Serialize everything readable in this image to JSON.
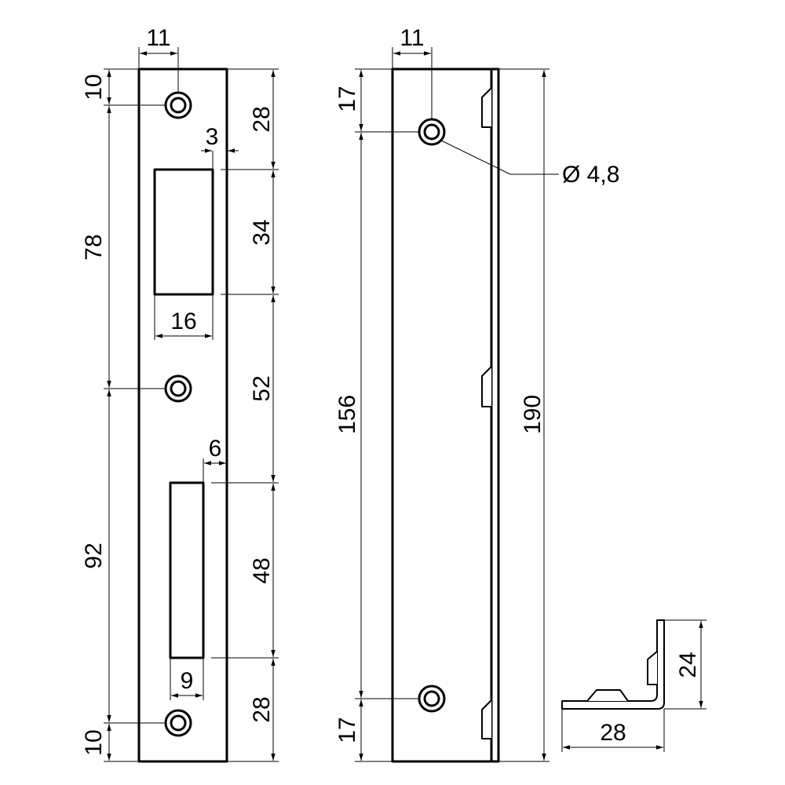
{
  "front_view": {
    "labels": {
      "hole_offset_x": "11",
      "top_edge_to_hole": "10",
      "hole_to_latch_top": "28",
      "latch_edge_offset": "3",
      "latch_height": "34",
      "latch_width": "16",
      "hole_spacing_upper": "78",
      "mid_section": "52",
      "bolt_edge_offset": "6",
      "hole_spacing_lower": "92",
      "bolt_height": "48",
      "bolt_width": "9",
      "bolt_to_bottom": "28",
      "bottom_edge_to_hole": "10"
    }
  },
  "side_view": {
    "labels": {
      "hole_offset_x": "11",
      "top_edge_to_hole": "17",
      "hole_diameter": "Ø 4,8",
      "hole_spacing": "156",
      "total_length": "190",
      "bottom_edge_to_hole": "17"
    }
  },
  "section_view": {
    "labels": {
      "flange_height": "24",
      "base_width": "28"
    }
  }
}
